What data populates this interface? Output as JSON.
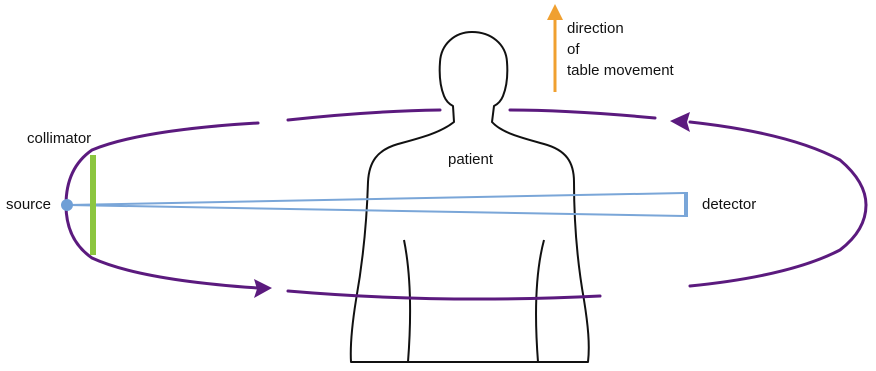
{
  "labels": {
    "collimator": "collimator",
    "source": "source",
    "patient": "patient",
    "detector": "detector",
    "direction_lines": [
      "direction",
      "of",
      "table movement"
    ]
  },
  "colors": {
    "orbit": "#5b1a7e",
    "beam": "#7aa6d8",
    "collimator": "#8cc63f",
    "source_dot": "#6f9fd6",
    "arrow_up": "#f0a030",
    "outline": "#111111"
  },
  "icons": {
    "orbit_arrows": "arrowhead-icon",
    "table_arrow": "arrow-up-icon"
  }
}
